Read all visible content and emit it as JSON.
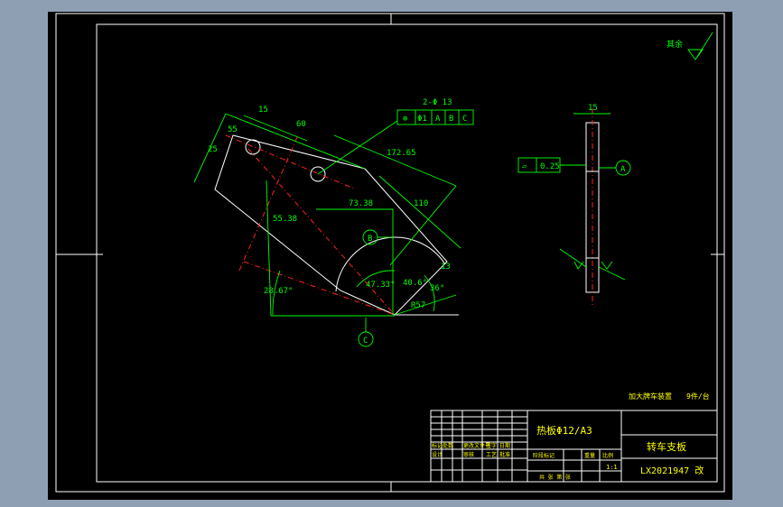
{
  "colors": {
    "background": "#8f9fb3",
    "paper": "#000000",
    "outline": "#ffffff",
    "dimension": "#00ff00",
    "centerline": "#ff2020",
    "title_text": "#ffff00"
  },
  "roughness": {
    "label": "其余"
  },
  "callout": {
    "count": "2-Φ 13",
    "cells": [
      "⊕",
      "Φ1",
      "A",
      "B",
      "C"
    ]
  },
  "dimensions": {
    "d15": "15",
    "d60": "60",
    "d25": "25",
    "d55": "55",
    "d172": "172.65",
    "d110": "110",
    "d73": "73.38",
    "d55b": "55.38",
    "d13": "13",
    "a40": "40.6°",
    "a28": "28.67°",
    "a47": "47.33°",
    "a36": "36°",
    "r": "R57"
  },
  "datums": {
    "b": "B",
    "c": "C",
    "a": "A"
  },
  "side_view": {
    "thickness": "15",
    "flatness_symbol": "▱",
    "flatness_value": "0.25"
  },
  "title_block": {
    "note1": "加大牌车装置",
    "note2": "9件/台",
    "material": "热板Φ12/A3",
    "part_name": "转车支板",
    "drawing_no": "LX2021947 改",
    "scale": "1:1",
    "row_labels": [
      "标记",
      "处数",
      "更改文件号",
      "签字",
      "日期"
    ],
    "row_labels2": [
      "设计",
      "审核",
      "工艺",
      "批准"
    ],
    "col_labels": [
      "阶段标记",
      "重量",
      "比例"
    ],
    "sheet": "共 张 第 张"
  }
}
